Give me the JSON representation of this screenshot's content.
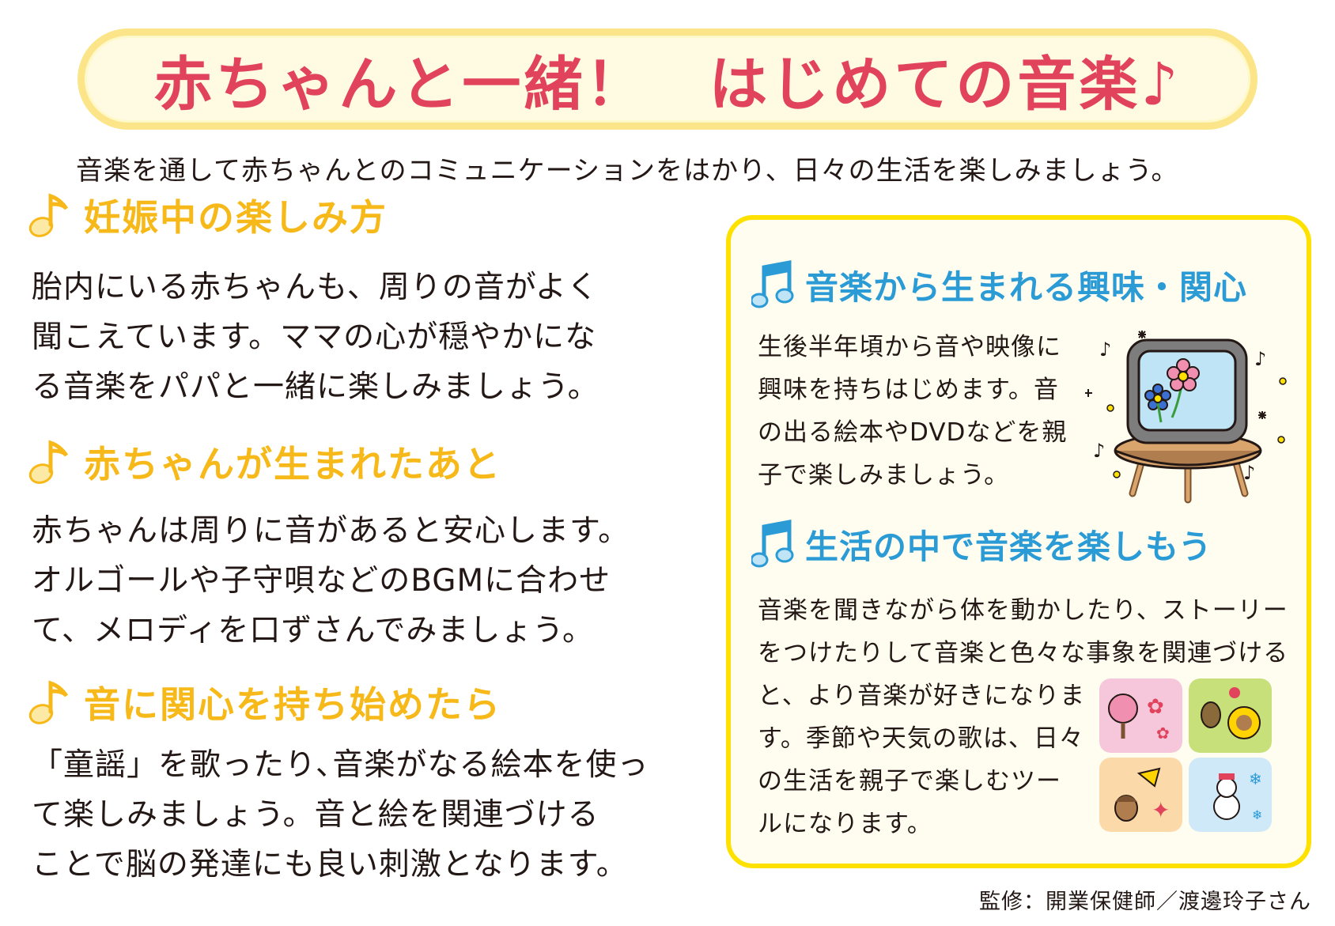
{
  "title": "赤ちゃんと一緒！　はじめての音楽♪",
  "subtitle": "音楽を通して赤ちゃんとのコミュニケーションをはかり、日々の生活を楽しみましょう。",
  "sections": [
    {
      "heading": "妊娠中の楽しみ方",
      "lines": [
        "胎内にいる赤ちゃんも、周りの音がよく",
        "聞こえています。ママの心が穏やかにな",
        "る音楽をパパと一緒に楽しみましょう。"
      ]
    },
    {
      "heading": "赤ちゃんが生まれたあと",
      "lines": [
        "赤ちゃんは周りに音があると安心します。",
        "オルゴールや子守唄などのBGMに合わせ",
        "て、メロディを口ずさんでみましょう。"
      ]
    },
    {
      "heading": "音に関心を持ち始めたら",
      "lines": [
        "「童謡」を歌ったり､音楽がなる絵本を使っ",
        "て楽しみましょう。音と絵を関連づける",
        "ことで脳の発達にも良い刺激となります。"
      ]
    }
  ],
  "right_sections": [
    {
      "heading": "音楽から生まれる興味・関心",
      "lines": [
        "生後半年頃から音や映像に",
        "興味を持ちはじめます。音",
        "の出る絵本やDVDなどを親",
        "子で楽しみましょう。"
      ]
    },
    {
      "heading": "生活の中で音楽を楽しもう",
      "lines_full": [
        "音楽を聞きながら体を動かしたり、ストーリー",
        "をつけたりして音楽と色々な事象を関連づける"
      ],
      "lines": [
        "と、より音楽が好きになりま",
        "す。季節や天気の歌は、日々",
        "の生活を親子で楽しむツー",
        "ルになります。"
      ]
    }
  ],
  "credit": "監修：開業保健師／渡邊玲子さん",
  "colors": {
    "title": "#e1435c",
    "section_heading": "#f6b919",
    "right_heading": "#2b9bd6",
    "box_border": "#ffe100"
  },
  "icons": [
    "eighth-note-icon",
    "beamed-notes-icon",
    "tv-illustration",
    "seasons-illustration"
  ]
}
